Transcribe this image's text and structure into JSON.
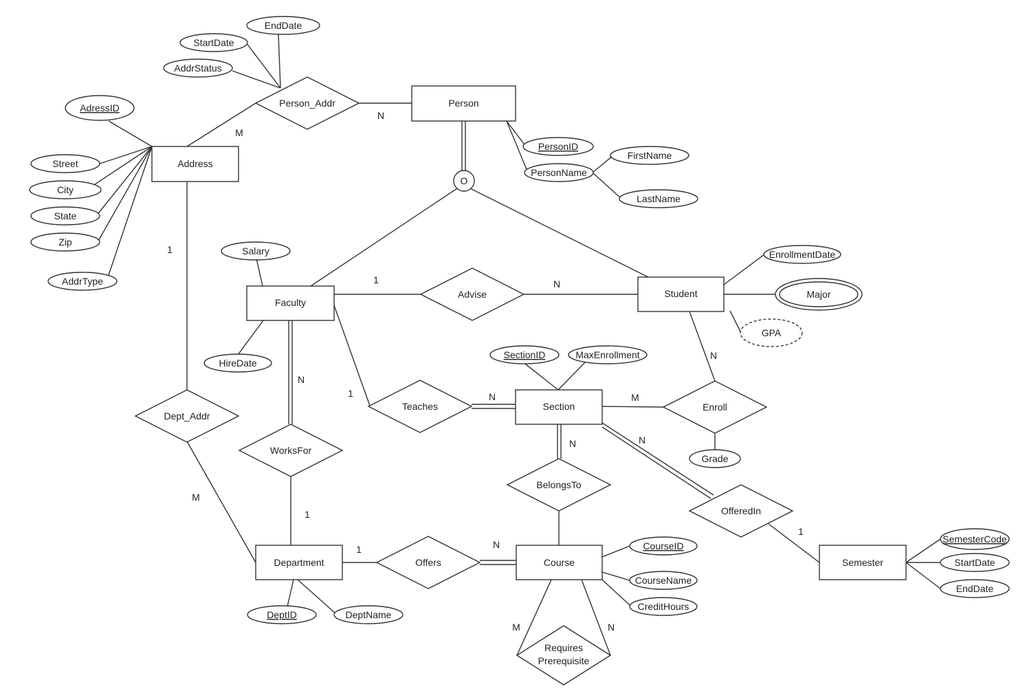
{
  "entities": {
    "person": "Person",
    "address": "Address",
    "faculty": "Faculty",
    "student": "Student",
    "section": "Section",
    "department": "Department",
    "course": "Course",
    "semester": "Semester"
  },
  "relationships": {
    "person_addr": "Person_Addr",
    "advise": "Advise",
    "teaches": "Teaches",
    "enroll": "Enroll",
    "dept_addr": "Dept_Addr",
    "worksfor": "WorksFor",
    "belongsto": "BelongsTo",
    "offeredin": "OfferedIn",
    "offers": "Offers",
    "requires_prerequisite": [
      "Requires",
      "Prerequisite"
    ]
  },
  "attributes": {
    "enddate_pa": "EndDate",
    "startdate_pa": "StartDate",
    "addrstatus": "AddrStatus",
    "adressid": "AdressID",
    "street": "Street",
    "city": "City",
    "state": "State",
    "zip": "Zip",
    "addrtype": "AddrType",
    "personid": "PersonID",
    "personname": "PersonName",
    "firstname": "FirstName",
    "lastname": "LastName",
    "salary": "Salary",
    "hiredate": "HireDate",
    "enrollmentdate": "EnrollmentDate",
    "major": "Major",
    "gpa": "GPA",
    "sectionid": "SectionID",
    "maxenrollment": "MaxEnrollment",
    "grade": "Grade",
    "courseid": "CourseID",
    "coursename": "CourseName",
    "credithours": "CreditHours",
    "deptid": "DeptID",
    "deptname": "DeptName",
    "semestercode": "SemesterCode",
    "startdate_sem": "StartDate",
    "enddate_sem": "EndDate"
  },
  "disjoint_symbol": "O",
  "cardinalities": {
    "person_addr_person": "N",
    "person_addr_address": "M",
    "dept_addr_address": "1",
    "dept_addr_department": "M",
    "advise_faculty": "1",
    "advise_student": "N",
    "teaches_faculty": "1",
    "teaches_section": "N",
    "worksfor_faculty": "N",
    "worksfor_department": "1",
    "enroll_student": "N",
    "enroll_section": "M",
    "belongsto_section": "N",
    "offeredin_section": "N",
    "offeredin_semester": "1",
    "offers_department": "1",
    "offers_course": "N",
    "prereq_m": "M",
    "prereq_n": "N"
  }
}
